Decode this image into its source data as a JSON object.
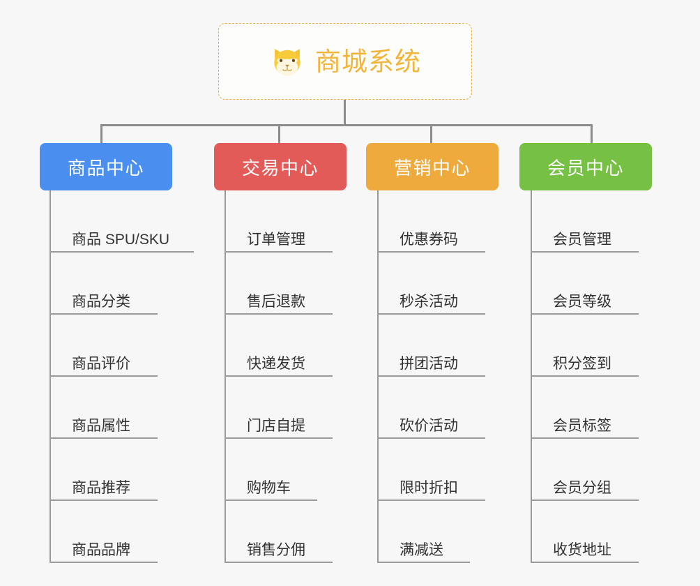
{
  "page": {
    "background_color": "#f7f7f7",
    "line_color": "#8c8c8c",
    "leaf_line_color": "#9a9a9a",
    "leaf_text_color": "#303133"
  },
  "root": {
    "title": "商城系统",
    "icon": "dog-face-icon",
    "icon_glyph": "🐶",
    "title_color": "#f2b53c",
    "border_color": "#e8ad4a",
    "background_color": "#fdfdfc"
  },
  "categories": [
    {
      "label": "商品中心",
      "color": "#4a8ef0",
      "items": [
        "商品 SPU/SKU",
        "商品分类",
        "商品评价",
        "商品属性",
        "商品推荐",
        "商品品牌"
      ]
    },
    {
      "label": "交易中心",
      "color": "#e35b58",
      "items": [
        "订单管理",
        "售后退款",
        "快递发货",
        "门店自提",
        "购物车",
        "销售分佣"
      ]
    },
    {
      "label": "营销中心",
      "color": "#eeaa3c",
      "items": [
        "优惠券码",
        "秒杀活动",
        "拼团活动",
        "砍价活动",
        "限时折扣",
        "满减送"
      ]
    },
    {
      "label": "会员中心",
      "color": "#76c043",
      "items": [
        "会员管理",
        "会员等级",
        "积分签到",
        "会员标签",
        "会员分组",
        "收货地址"
      ]
    }
  ]
}
